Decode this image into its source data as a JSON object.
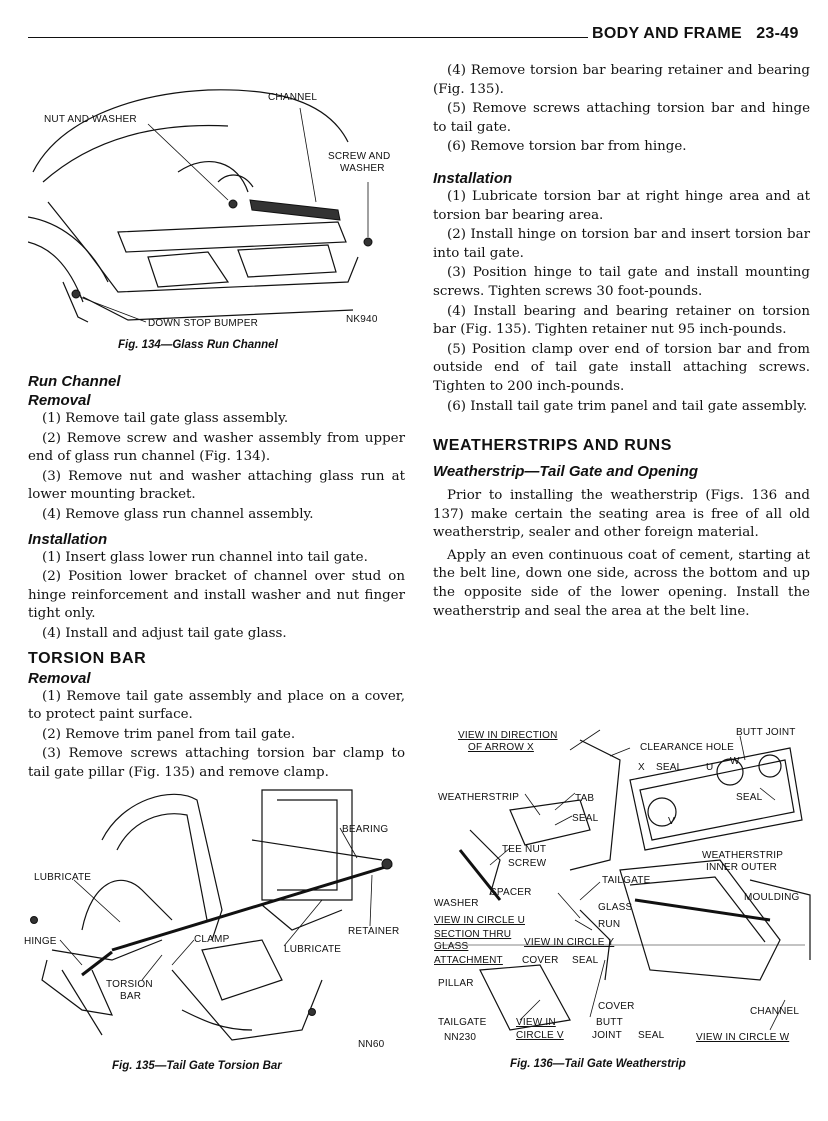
{
  "header": {
    "section_title": "BODY AND FRAME",
    "page_number": "23-49"
  },
  "left_column": {
    "run_channel_heading": "Run Channel",
    "removal_heading": "Removal",
    "removal_steps": [
      "(1) Remove tail gate glass assembly.",
      "(2) Remove screw and washer assembly from upper end of glass run channel (Fig. 134).",
      "(3) Remove nut and washer attaching glass run at lower mounting bracket.",
      "(4) Remove glass run channel assembly."
    ],
    "installation_heading": "Installation",
    "installation_steps": [
      "(1) Insert glass lower run channel into tail gate.",
      "(2) Position lower bracket of channel over stud on hinge reinforcement and install washer and nut finger tight only.",
      "(4) Install and adjust tail gate glass."
    ],
    "torsion_bar_heading": "TORSION BAR",
    "torsion_removal_heading": "Removal",
    "torsion_removal_steps": [
      "(1) Remove tail gate assembly and place on a cover, to protect paint surface.",
      "(2) Remove trim panel from tail gate.",
      "(3) Remove screws attaching torsion bar clamp to tail gate pillar (Fig. 135) and remove clamp."
    ]
  },
  "right_column": {
    "continued_steps": [
      "(4) Remove torsion bar bearing retainer and bearing (Fig. 135).",
      "(5) Remove screws attaching torsion bar and hinge to tail gate.",
      "(6) Remove torsion bar from hinge."
    ],
    "installation_heading": "Installation",
    "installation_steps": [
      "(1) Lubricate torsion bar at right hinge area and at torsion bar bearing area.",
      "(2) Install hinge on torsion bar and insert torsion bar into tail gate.",
      "(3) Position hinge to tail gate and install mounting screws. Tighten screws 30 foot-pounds.",
      "(4) Install bearing and bearing retainer on torsion bar (Fig. 135). Tighten retainer nut 95 inch-pounds.",
      "(5) Position clamp over end of torsion bar and from outside end of tail gate install attaching screws. Tighten to 200 inch-pounds.",
      "(6) Install tail gate trim panel and tail gate assembly."
    ],
    "weatherstrips_heading": "WEATHERSTRIPS AND RUNS",
    "weatherstrip_subheading": "Weatherstrip—Tail Gate and Opening",
    "weatherstrip_paragraphs": [
      "Prior to installing the weatherstrip (Figs. 136 and 137) make certain the seating area is free of all old weatherstrip, sealer and other foreign material.",
      "Apply an even continuous coat of cement, starting at the belt line, down one side, across the bottom and up the opposite side of the lower opening. Install the weatherstrip and seal the area at the belt line."
    ]
  },
  "figures": {
    "fig134": {
      "caption": "Fig. 134—Glass Run Channel",
      "code": "NK940",
      "labels": {
        "channel": "CHANNEL",
        "nut_washer": "NUT AND WASHER",
        "screw": "SCREW AND",
        "washer": "WASHER",
        "bumper": "DOWN STOP BUMPER"
      }
    },
    "fig135": {
      "caption": "Fig. 135—Tail Gate Torsion Bar",
      "code": "NN60",
      "labels": {
        "bearing": "BEARING",
        "lubricate_left": "LUBRICATE",
        "hinge": "HINGE",
        "clamp": "CLAMP",
        "torsion": "TORSION",
        "bar": "BAR",
        "retainer": "RETAINER",
        "lubricate_right": "LUBRICATE"
      }
    },
    "fig136": {
      "caption": "Fig. 136—Tail Gate Weatherstrip",
      "code": "NN230",
      "labels": {
        "view_dir1": "VIEW IN DIRECTION",
        "view_dir2": "OF ARROW X",
        "butt_joint": "BUTT JOINT",
        "clearance_hole": "CLEARANCE HOLE",
        "x": "X",
        "seal_top": "SEAL",
        "u": "U",
        "w": "W",
        "seal_right": "SEAL",
        "weatherstrip": "WEATHERSTRIP",
        "tab": "TAB",
        "seal_mid": "SEAL",
        "v": "V",
        "tee_nut": "TEE NUT",
        "screw": "SCREW",
        "ws_right": "WEATHERSTRIP",
        "inner_outer": "INNER OUTER",
        "spacer": "SPACER",
        "tailgate": "TAILGATE",
        "moulding": "MOULDING",
        "washer": "WASHER",
        "glass": "GLASS",
        "view_circle_u": "VIEW IN CIRCLE U",
        "run": "RUN",
        "section_thru": "SECTION THRU",
        "glass2": "GLASS",
        "view_circle_y": "VIEW IN CIRCLE Y",
        "attachment": "ATTACHMENT",
        "cover": "COVER",
        "seal_low": "SEAL",
        "pillar": "PILLAR",
        "cover2": "COVER",
        "channel": "CHANNEL",
        "tailgate2": "TAILGATE",
        "view_in": "VIEW IN",
        "circle_v": "CIRCLE V",
        "butt": "BUTT",
        "joint": "JOINT",
        "seal_bottom": "SEAL",
        "view_circle_w": "VIEW IN CIRCLE W"
      }
    }
  }
}
